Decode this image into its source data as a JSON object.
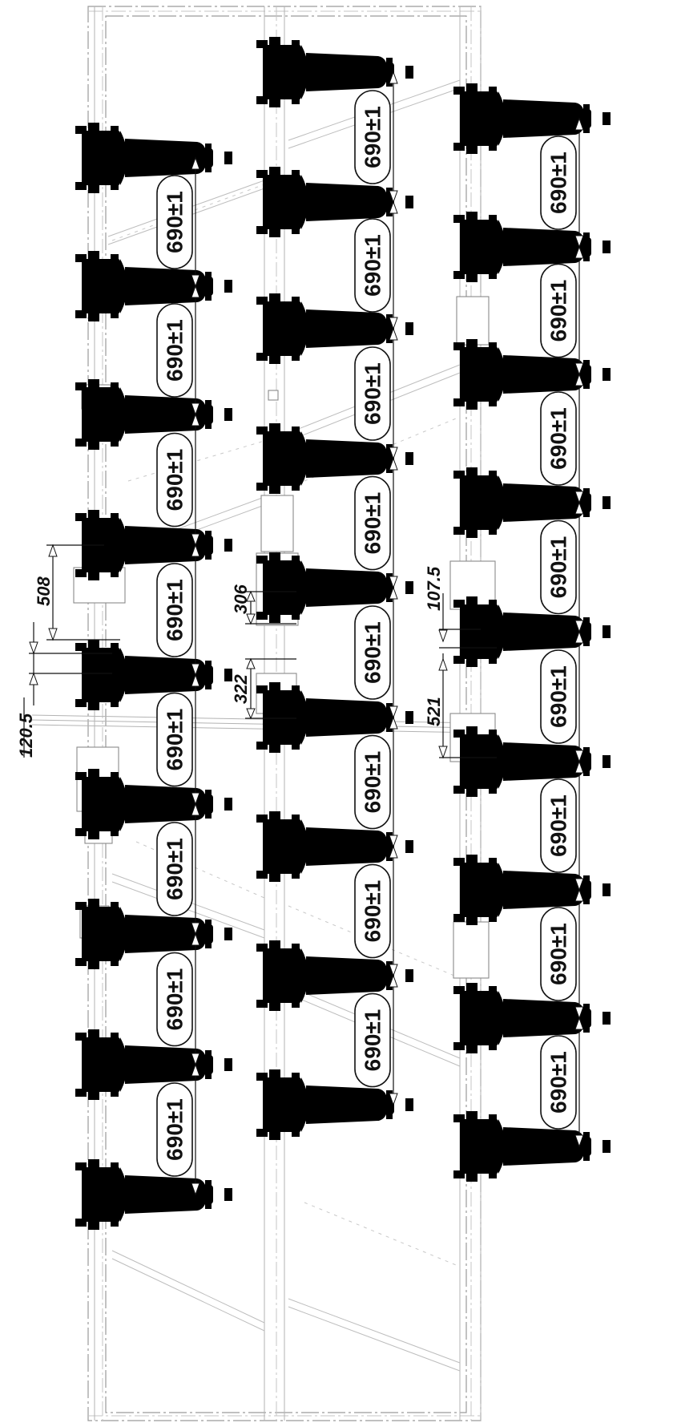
{
  "drawing": {
    "spacing_label": "690±1",
    "left_row": {
      "spacing_labels": [
        "690±1",
        "690±1",
        "690±1",
        "690±1",
        "690±1",
        "690±1",
        "690±1",
        "690±1"
      ],
      "dimension_a": "508",
      "dimension_b": "120.5"
    },
    "center_row": {
      "spacing_labels": [
        "690±1",
        "690±1",
        "690±1",
        "690±1",
        "690±1",
        "690±1",
        "690±1",
        "690±1"
      ],
      "dimension_a": "306",
      "dimension_b": "322"
    },
    "right_row": {
      "spacing_labels": [
        "690±1",
        "690±1",
        "690±1",
        "690±1",
        "690±1",
        "690±1",
        "690±1",
        "690±1"
      ],
      "dimension_a": "107.5",
      "dimension_b": "521"
    }
  }
}
